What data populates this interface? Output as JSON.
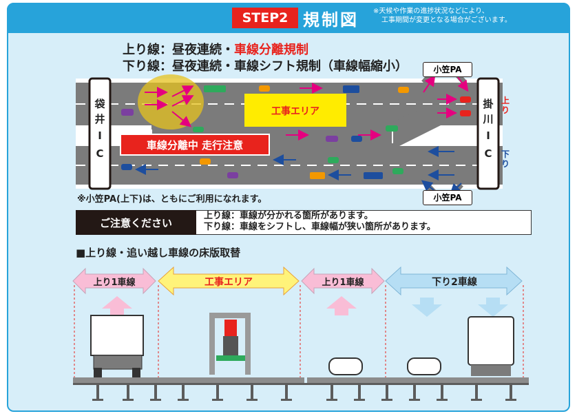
{
  "header": {
    "step_label": "STEP2",
    "title": "規制図",
    "note_line1": "※天候や作業の進捗状況などにより、",
    "note_line2": "工事期間が変更となる場合がございます。"
  },
  "regulations": {
    "up_prefix": "上り線：昼夜連続・",
    "up_highlight": "車線分離規制",
    "down": "下り線：昼夜連続・車線シフト規制（車線幅縮小）"
  },
  "map": {
    "left_ic": [
      "袋",
      "井",
      "I",
      "C"
    ],
    "right_ic": [
      "掛",
      "川",
      "I",
      "C"
    ],
    "pa_top": "小笠PA",
    "pa_bottom": "小笠PA",
    "direction_up": [
      "上",
      "り"
    ],
    "direction_down": [
      "下",
      "り"
    ],
    "work_area": "工事エリア",
    "caution_banner": "車線分離中 走行注意"
  },
  "pa_note": "※小笠PA(上下)は、ともにご利用になれます。",
  "caution": {
    "label": "ご注意ください",
    "line1": "上り線：車線が分かれる箇所があります。",
    "line2": "下り線：車線をシフトし、車線幅が狭い箇所があります。"
  },
  "section": {
    "title": "■上り線・追い越し車線の床版取替",
    "arrows": [
      "上り1車線",
      "工事エリア",
      "上り1車線",
      "下り2車線"
    ]
  },
  "colors": {
    "banner": "#27a3da",
    "panel": "#d7eef9",
    "accent_red": "#e8231d",
    "work_yellow": "#ffec00",
    "up_pink": "#f9bdd6",
    "down_blue": "#b6def4"
  }
}
